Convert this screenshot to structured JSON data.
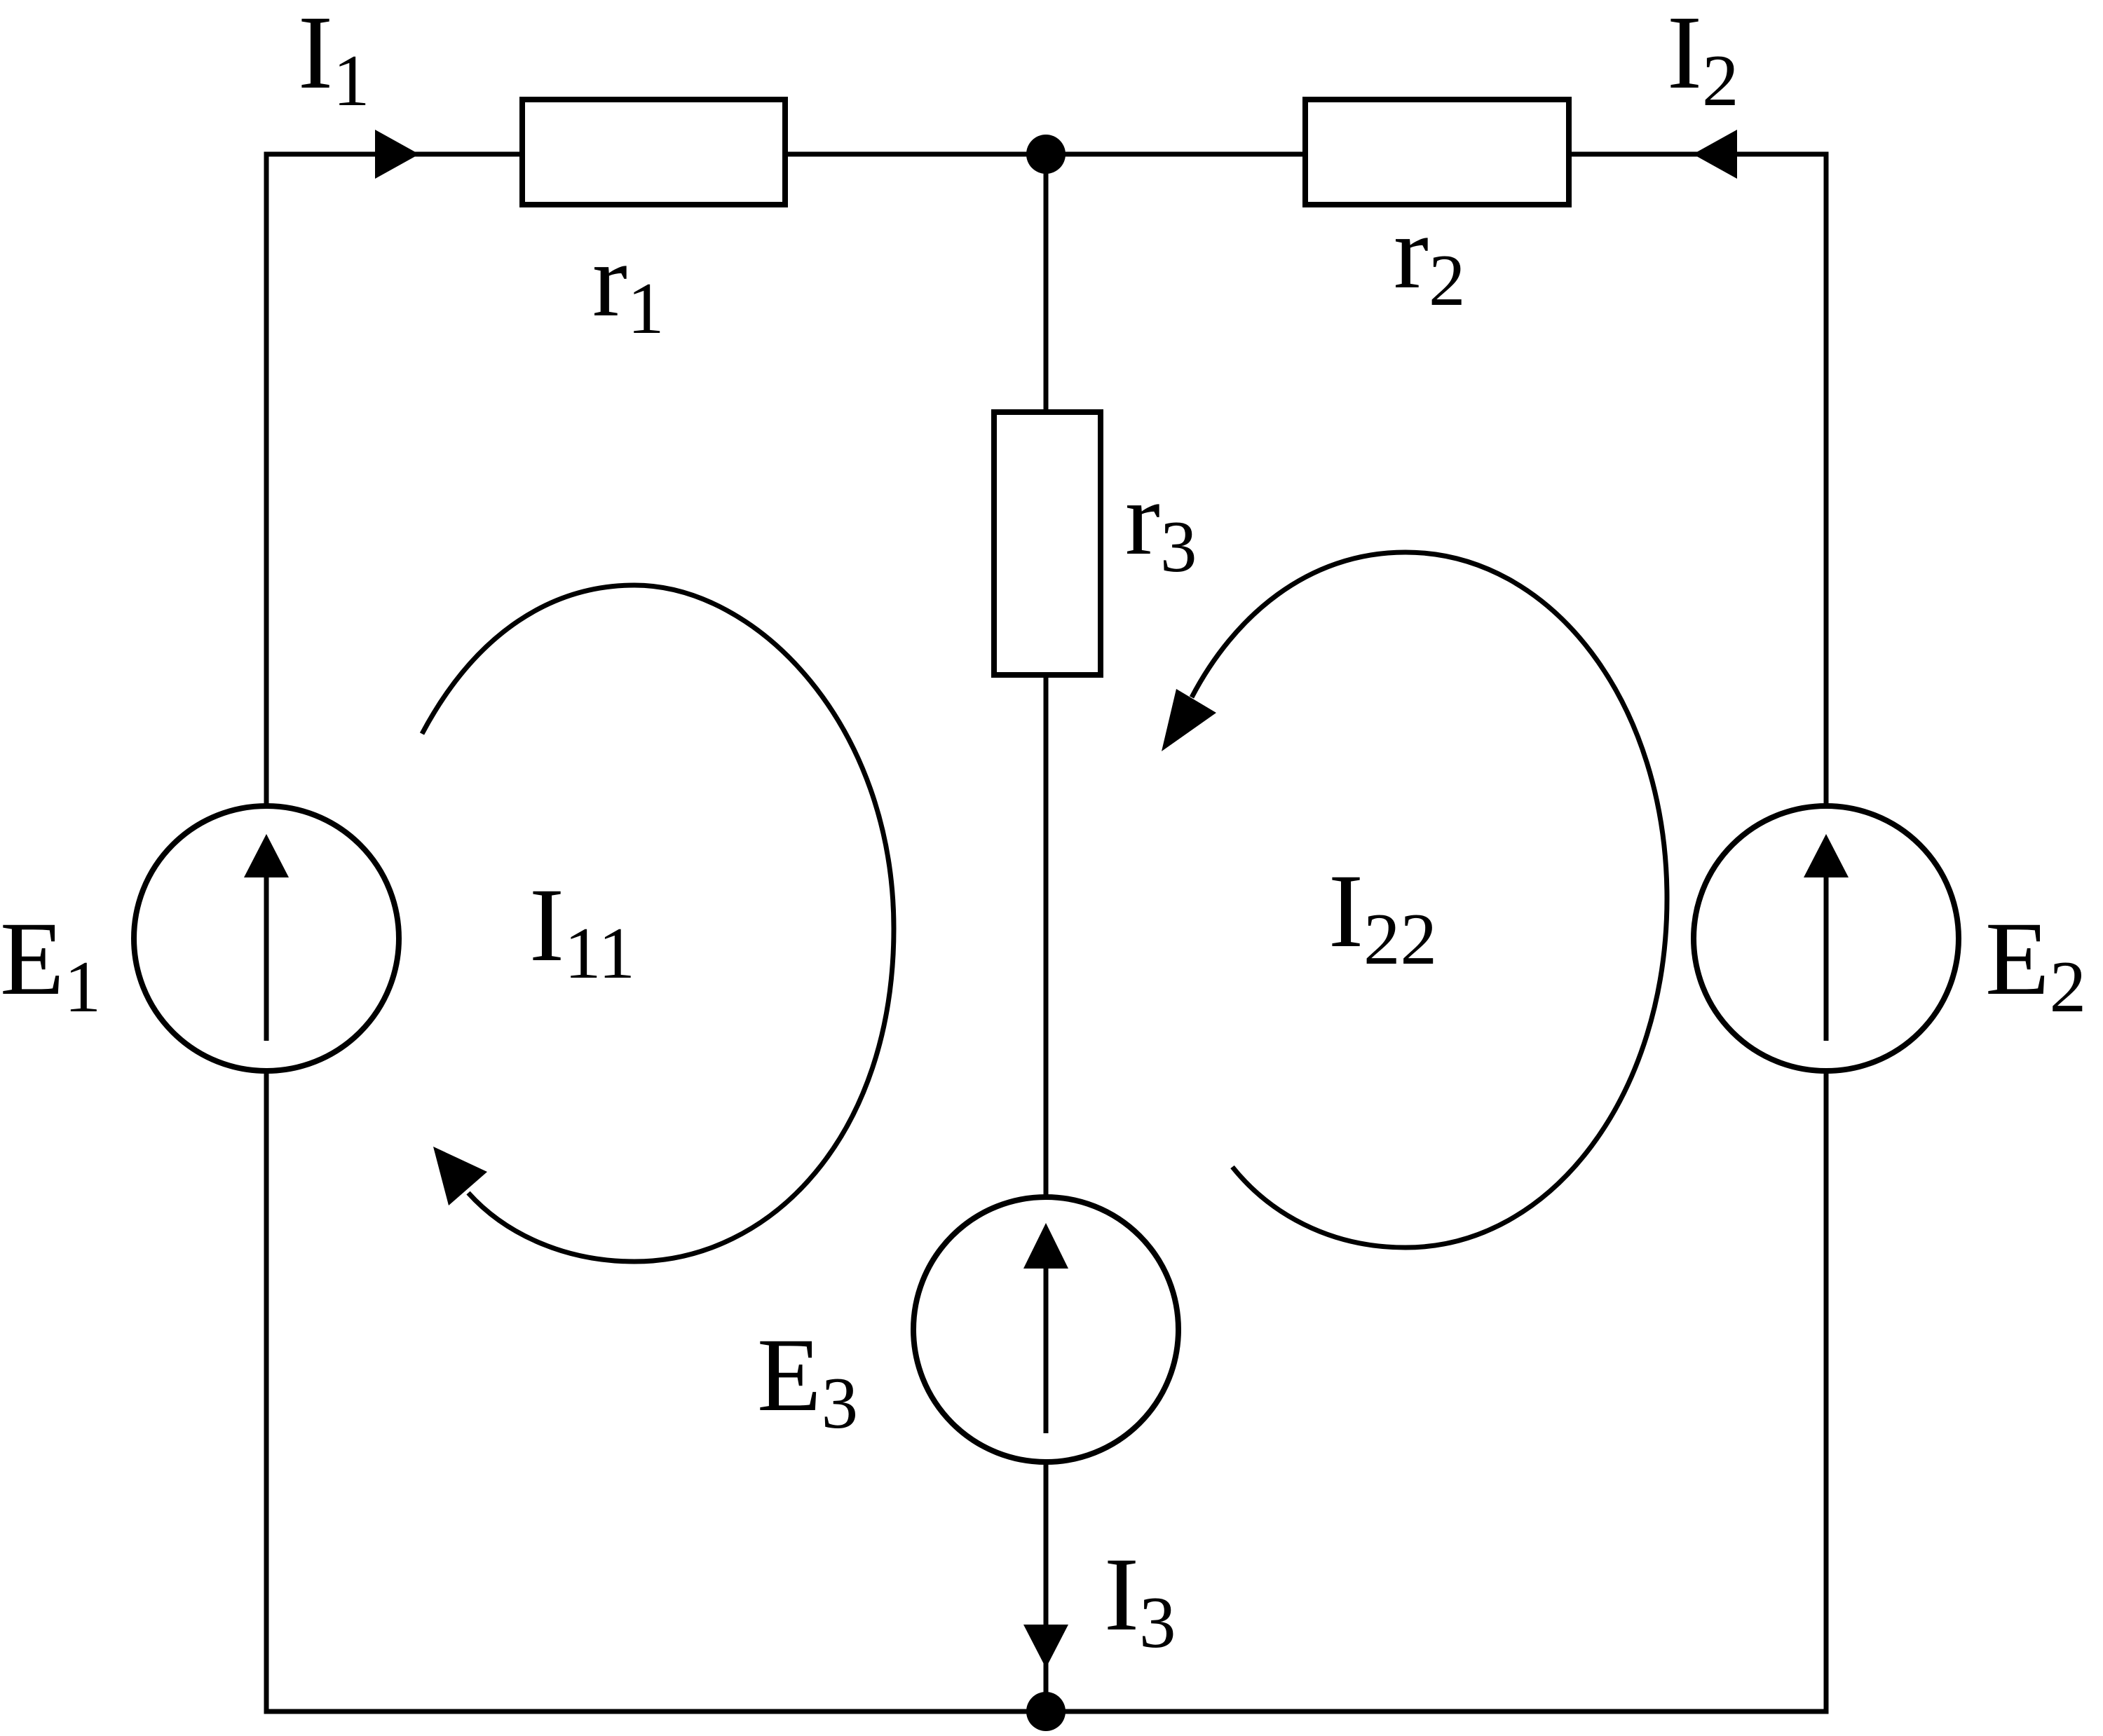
{
  "diagram": {
    "resistors": {
      "r1": {
        "letter": "r",
        "sub": "1"
      },
      "r2": {
        "letter": "r",
        "sub": "2"
      },
      "r3": {
        "letter": "r",
        "sub": "3"
      }
    },
    "sources": {
      "E1": {
        "letter": "E",
        "sub": "1"
      },
      "E2": {
        "letter": "E",
        "sub": "2"
      },
      "E3": {
        "letter": "E",
        "sub": "3"
      }
    },
    "branch_currents": {
      "I1": {
        "letter": "I",
        "sub": "1"
      },
      "I2": {
        "letter": "I",
        "sub": "2"
      },
      "I3": {
        "letter": "I",
        "sub": "3"
      }
    },
    "loop_currents": {
      "I11": {
        "letter": "I",
        "sub": "11"
      },
      "I22": {
        "letter": "I",
        "sub": "22"
      }
    }
  }
}
